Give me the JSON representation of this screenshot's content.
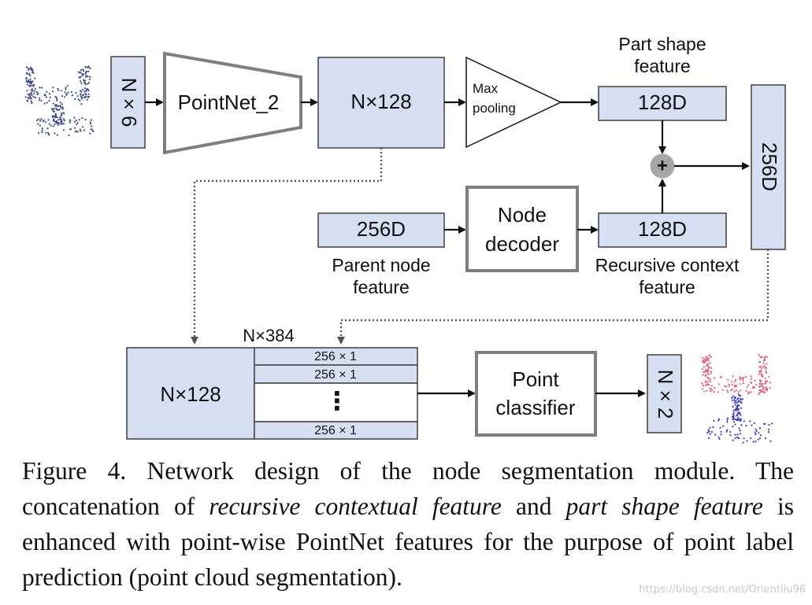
{
  "diagram": {
    "input_dims": "N × 6",
    "pointnet_label": "PointNet_2",
    "n128_top": "N×128",
    "max_pool_line1": "Max",
    "max_pool_line2": "pooling",
    "part_shape_line1": "Part shape",
    "part_shape_line2": "feature",
    "box_128d_top": "128D",
    "plus_symbol": "+",
    "box_256d_right": "256D",
    "box_256d_parent": "256D",
    "parent_line1": "Parent node",
    "parent_line2": "feature",
    "node_decoder_line1": "Node",
    "node_decoder_line2": "decoder",
    "box_128d_context": "128D",
    "recursive_line1": "Recursive context",
    "recursive_line2": "feature",
    "n384_label": "N×384",
    "n128_bottom": "N×128",
    "row_256_1": "256 × 1",
    "row_256_2": "256 × 1",
    "row_dots": "⋮",
    "row_256_3": "256 × 1",
    "point_classifier_line1": "Point",
    "point_classifier_line2": "classifier",
    "output_dims": "N × 2"
  },
  "caption": {
    "part1": "Figure 4. Network design of the node segmentation module. The concatenation of ",
    "italic1": "recursive contextual feature",
    "part2": " and ",
    "italic2": "part shape feature",
    "part3": " is enhanced with point-wise PointNet features for the purpose of point label prediction (point cloud segmentation)."
  },
  "watermark": "https://blog.csdn.net/Orientliu96",
  "colors": {
    "box_fill": "#d6dff1",
    "gray_border": "#7f7f7f",
    "input_cloud": "#3f4a84",
    "seg_top": "#e0607e",
    "seg_bottom": "#3b3bbf"
  }
}
